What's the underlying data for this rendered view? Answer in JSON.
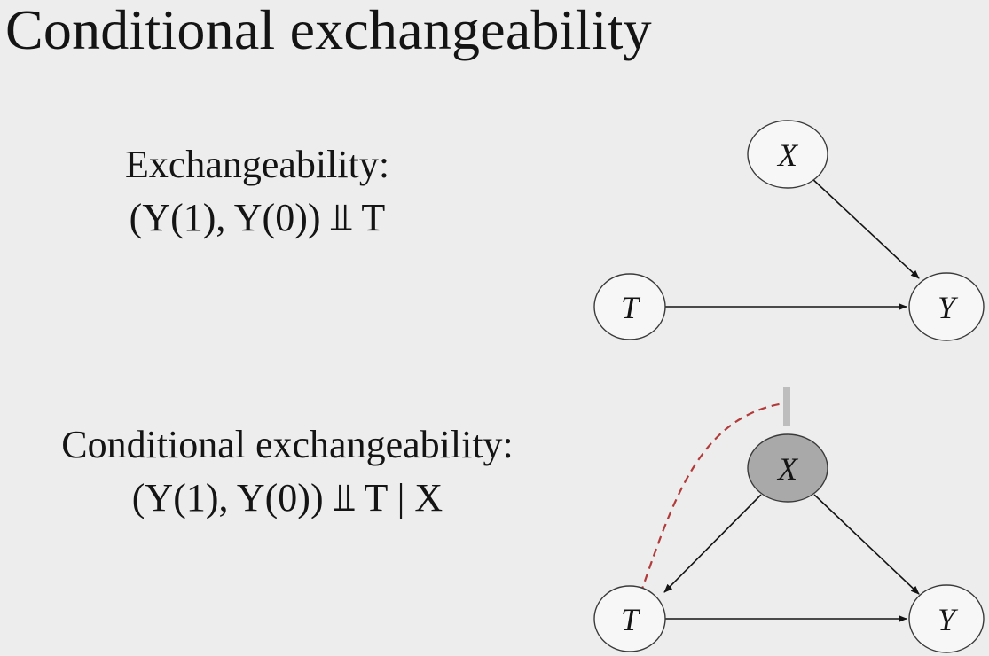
{
  "title": "Conditional exchangeability",
  "blocks": [
    {
      "label": "Exchangeability:",
      "formula": "(Y(1), Y(0)) ⫫ T"
    },
    {
      "label": "Conditional exchangeability:",
      "formula": "(Y(1), Y(0)) ⫫ T | X"
    }
  ],
  "diagrams": [
    {
      "nodes": [
        {
          "id": "X",
          "label": "X",
          "shaded": false
        },
        {
          "id": "T",
          "label": "T",
          "shaded": false
        },
        {
          "id": "Y",
          "label": "Y",
          "shaded": false
        }
      ],
      "edges": [
        {
          "from": "X",
          "to": "Y"
        },
        {
          "from": "T",
          "to": "Y"
        }
      ]
    },
    {
      "nodes": [
        {
          "id": "X",
          "label": "X",
          "shaded": true
        },
        {
          "id": "T",
          "label": "T",
          "shaded": false
        },
        {
          "id": "Y",
          "label": "Y",
          "shaded": false
        }
      ],
      "edges": [
        {
          "from": "X",
          "to": "T"
        },
        {
          "from": "X",
          "to": "Y"
        },
        {
          "from": "T",
          "to": "Y"
        }
      ],
      "annotation": {
        "style": "dashed",
        "color": "#b23a3a"
      }
    }
  ],
  "colors": {
    "background": "#ededed",
    "shaded_node": "#a9a9a9",
    "node_fill": "#f7f7f7",
    "dashed_path": "#b23a3a"
  }
}
